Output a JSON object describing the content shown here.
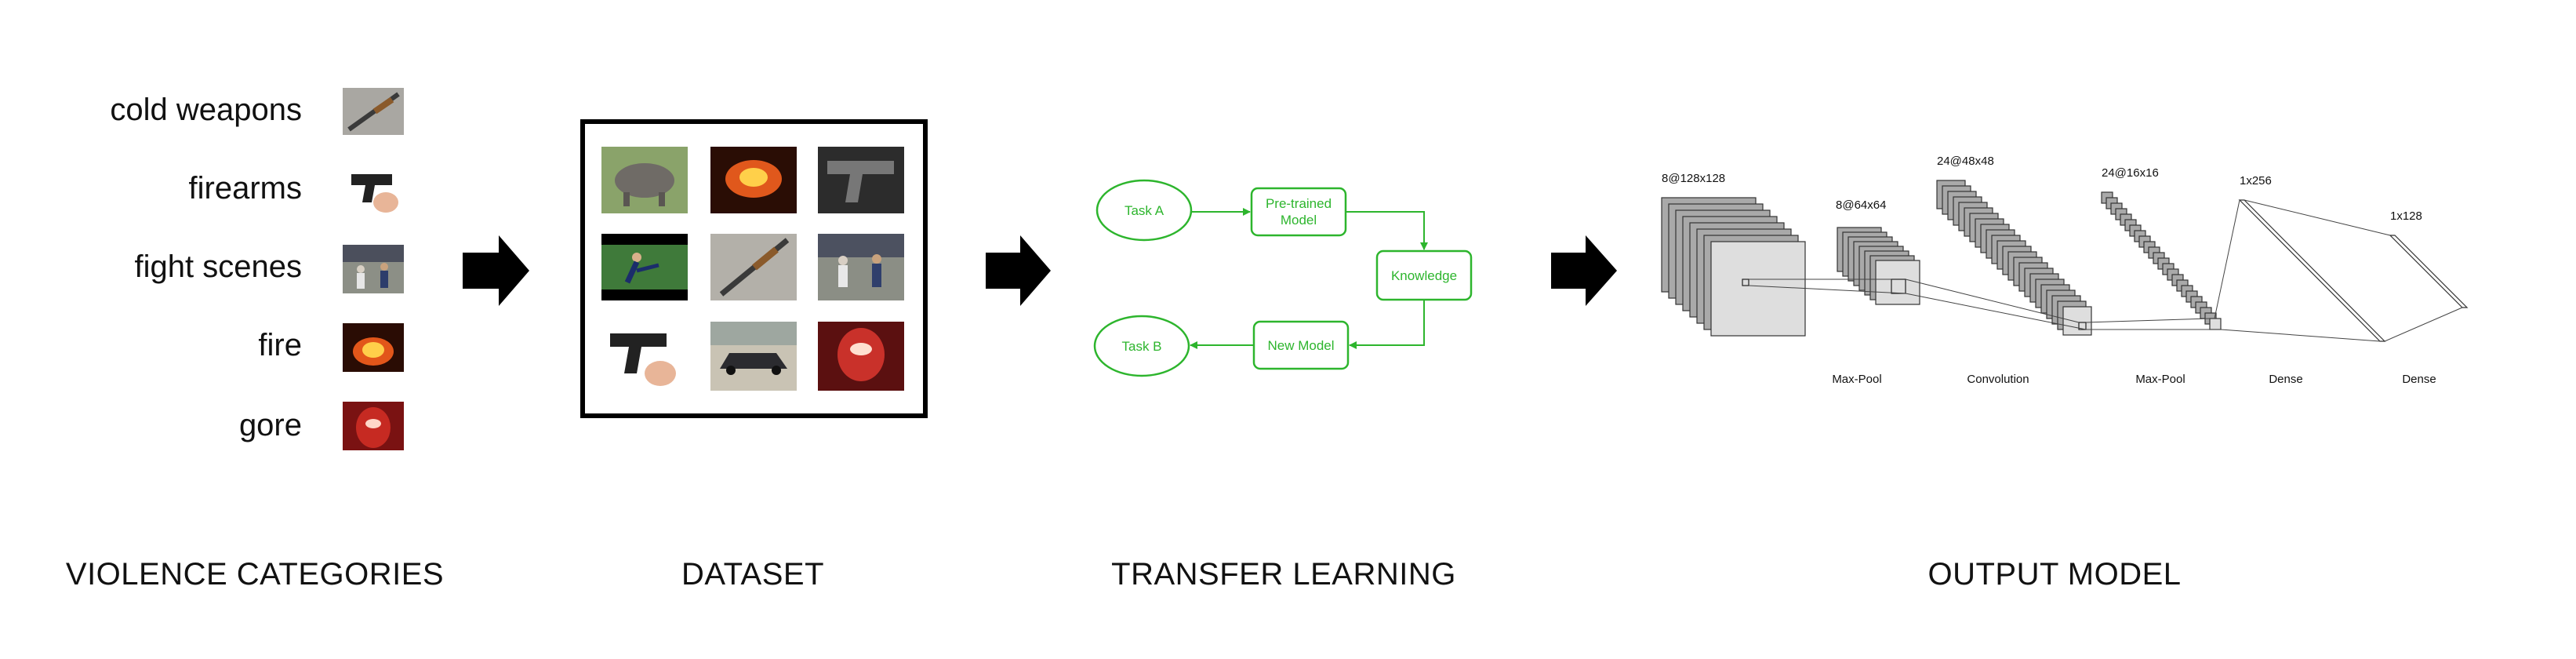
{
  "categories": {
    "items": [
      {
        "label": "cold weapons",
        "icon": "knife-thumbnail"
      },
      {
        "label": "firearms",
        "icon": "pistol-thumbnail"
      },
      {
        "label": "fight scenes",
        "icon": "fight-thumbnail"
      },
      {
        "label": "fire",
        "icon": "fire-thumbnail"
      },
      {
        "label": "gore",
        "icon": "gore-thumbnail"
      }
    ]
  },
  "section_titles": {
    "violence_categories": "VIOLENCE CATEGORIES",
    "dataset": "DATASET",
    "transfer_learning": "TRANSFER LEARNING",
    "output_model": "OUTPUT MODEL"
  },
  "dataset": {
    "images": [
      "rhino",
      "fire",
      "gun",
      "kick",
      "knife",
      "fight",
      "pistol",
      "car",
      "gore"
    ]
  },
  "transfer_learning": {
    "task_a": "Task A",
    "pretrained_line1": "Pre-trained",
    "pretrained_line2": "Model",
    "knowledge": "Knowledge",
    "new_model": "New Model",
    "task_b": "Task B",
    "accent_color": "#2db52d"
  },
  "output_model": {
    "layers": [
      {
        "size": "8@128x128",
        "op": ""
      },
      {
        "size": "8@64x64",
        "op": "Max-Pool"
      },
      {
        "size": "24@48x48",
        "op": "Convolution"
      },
      {
        "size": "24@16x16",
        "op": "Max-Pool"
      },
      {
        "size": "1x256",
        "op": "Dense"
      },
      {
        "size": "1x128",
        "op": "Dense"
      }
    ]
  }
}
